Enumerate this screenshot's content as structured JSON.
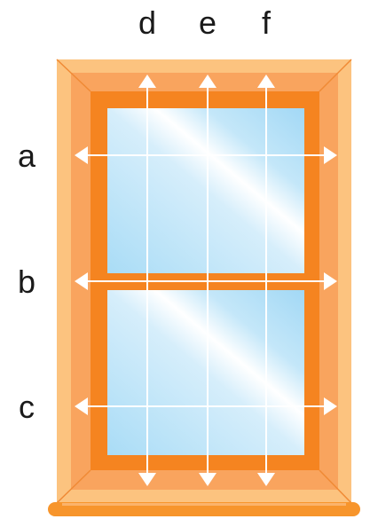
{
  "labels": {
    "columns": [
      "d",
      "e",
      "f"
    ],
    "rows": [
      "a",
      "b",
      "c"
    ]
  },
  "colors": {
    "trim_light": "#fcc37f",
    "trim_mid": "#f9a45e",
    "sash": "#f58420",
    "sill": "#f7952c",
    "glass_light": "#e6f4fc",
    "glass_dark": "#a9dcf6",
    "arrow": "#ffffff"
  }
}
